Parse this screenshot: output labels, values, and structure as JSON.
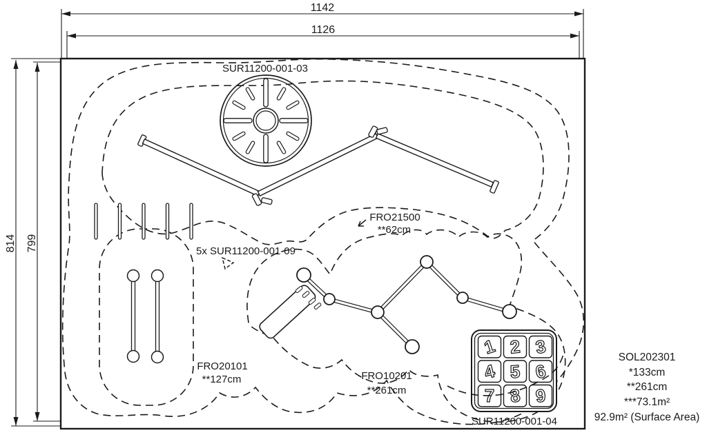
{
  "drawing": {
    "dimensions": {
      "width_outer": "1142",
      "width_inner": "1126",
      "height_outer": "814",
      "height_inner": "799"
    },
    "labels": {
      "carousel": "SUR11200-001-03",
      "posts": "5x SUR11200-001-09",
      "beam": "FRO21500",
      "beam_height": "**62cm",
      "parallel_bars": "FRO20101",
      "parallel_bars_height": "**127cm",
      "climber": "FRO10201",
      "climber_height": "**261cm",
      "hopscotch": "SUR11200-001-04"
    },
    "summary": {
      "line1": "SOL202301",
      "line2": "*133cm",
      "line3": "**261cm",
      "line4": "***73.1m²",
      "line5": "92.9m² (Surface Area)"
    },
    "hopscotch_digits": [
      "1",
      "2",
      "3",
      "4",
      "5",
      "6",
      "7",
      "8",
      "9"
    ]
  }
}
